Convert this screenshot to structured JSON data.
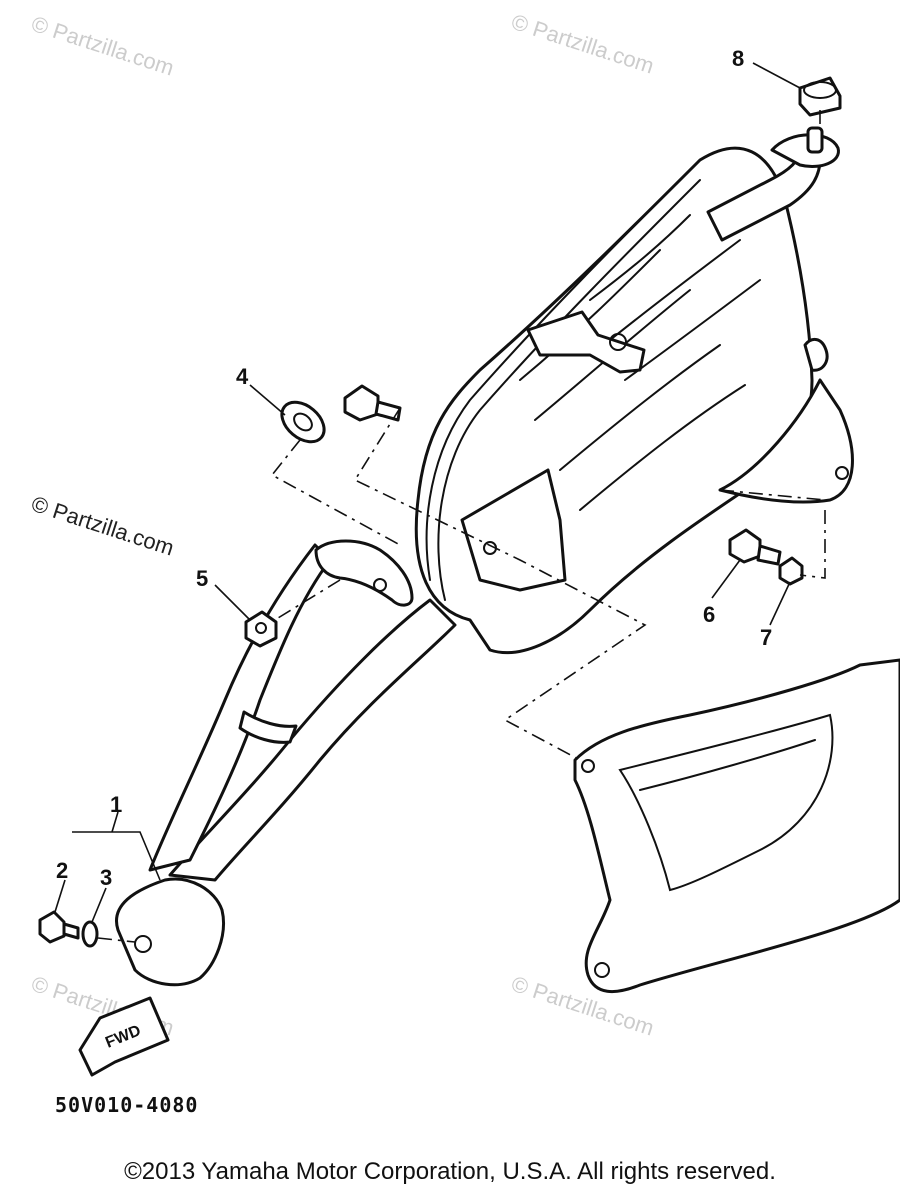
{
  "watermark": "© Partzilla.com",
  "diagram_code": "50V010-4080",
  "fwd_label": "FWD",
  "callouts": [
    "1",
    "2",
    "3",
    "4",
    "5",
    "6",
    "7",
    "8"
  ],
  "copyright": "©2013  Yamaha Motor Corporation, U.S.A. All rights reserved.",
  "colors": {
    "line": "#111111",
    "watermark": "#cccccc",
    "background": "#ffffff"
  }
}
